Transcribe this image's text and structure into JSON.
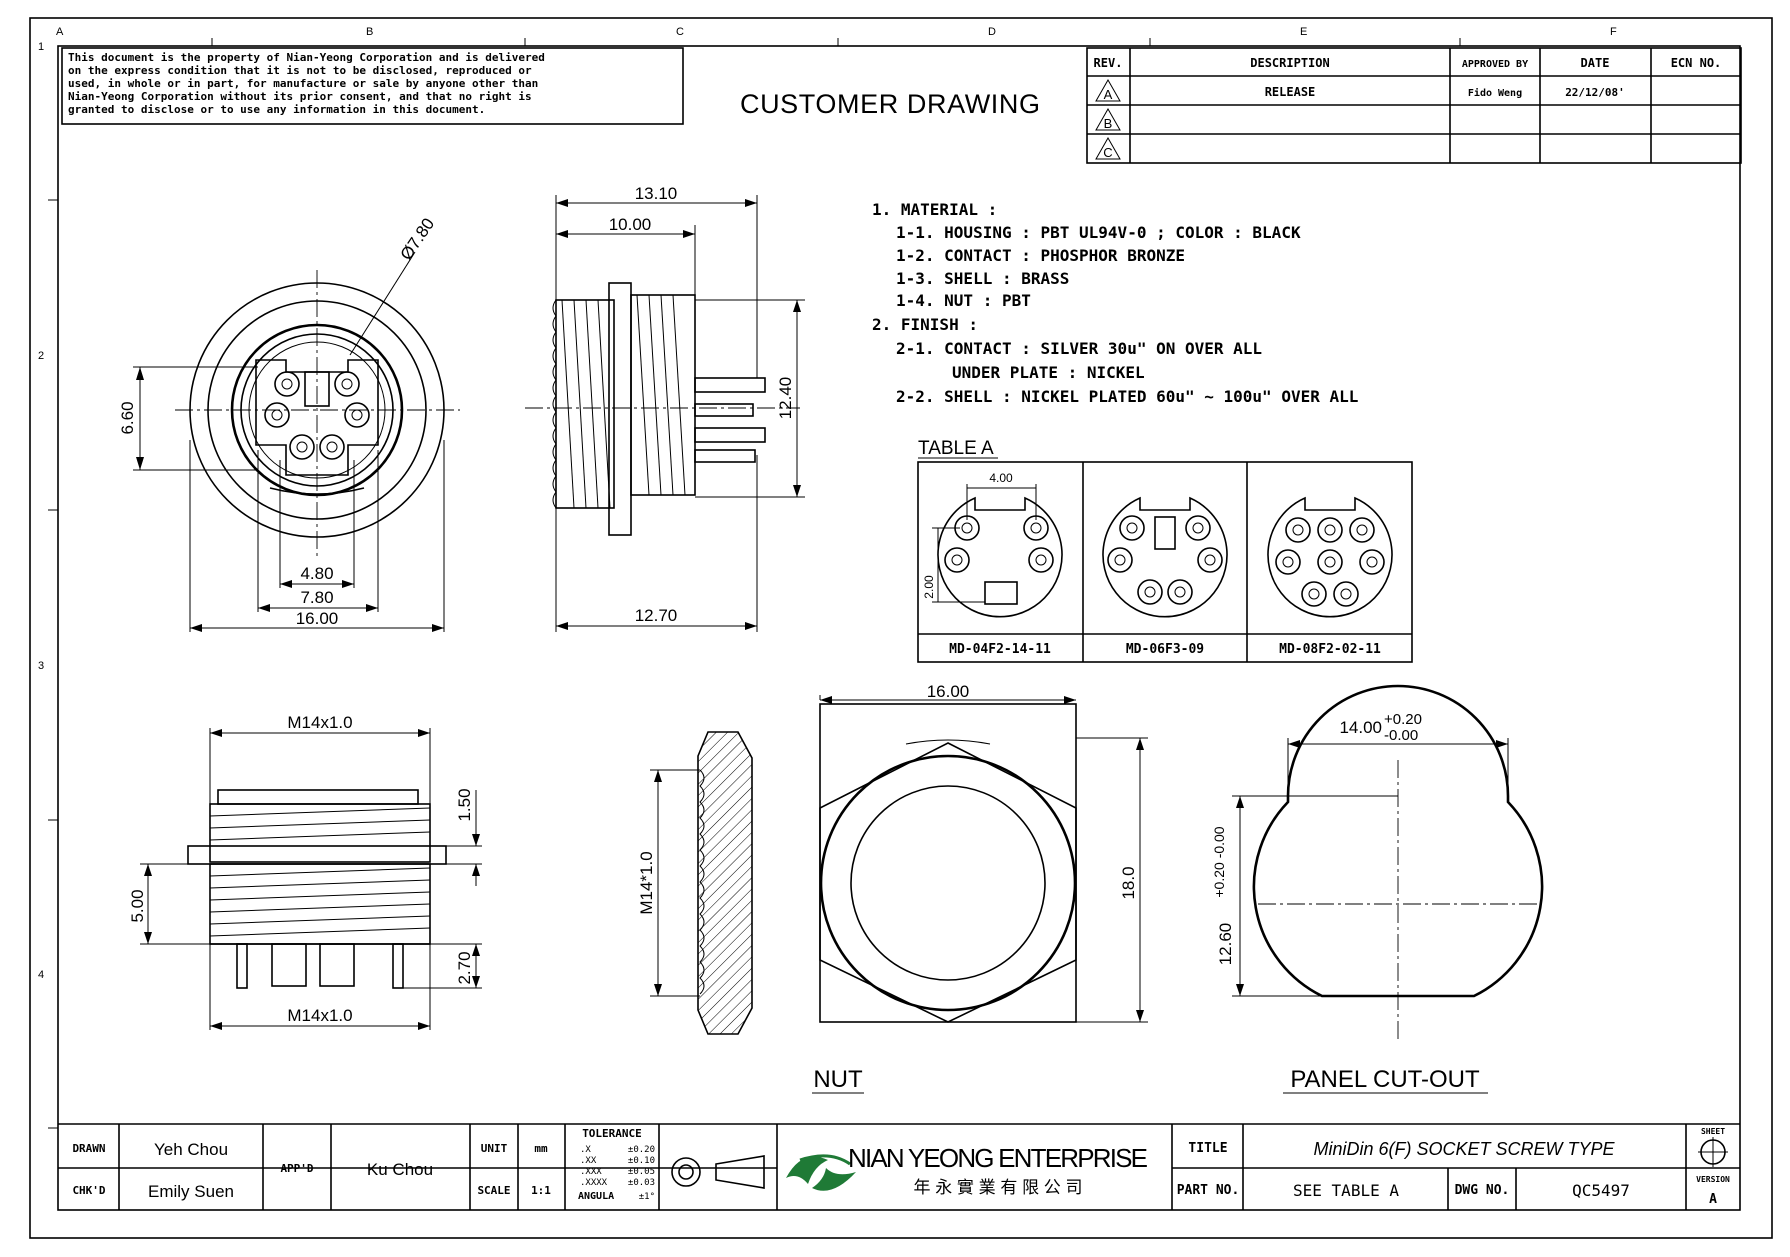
{
  "grid": {
    "columns": [
      "A",
      "B",
      "C",
      "D",
      "E",
      "F"
    ],
    "rows": [
      "1",
      "2",
      "3",
      "4"
    ]
  },
  "notice": {
    "lines": [
      "This document is the property of Nian-Yeong Corporation and is delivered",
      "on  the  express condition that it is not to be disclosed, reproduced or",
      "used, in whole or in part, for manufacture or sale by anyone other than",
      "Nian-Yeong Corporation without  its prior consent, and that  no right  is",
      "granted to disclose or to use any information in this  document."
    ]
  },
  "header": {
    "title": "CUSTOMER  DRAWING"
  },
  "revision_table": {
    "headers": [
      "REV.",
      "DESCRIPTION",
      "APPROVED BY",
      "DATE",
      "ECN NO."
    ],
    "rows": [
      {
        "rev": "A",
        "description": "RELEASE",
        "approved": "Fido Weng",
        "date": "22/12/08'",
        "ecn": ""
      },
      {
        "rev": "B",
        "description": "",
        "approved": "",
        "date": "",
        "ecn": ""
      },
      {
        "rev": "C",
        "description": "",
        "approved": "",
        "date": "",
        "ecn": ""
      }
    ]
  },
  "spec_notes": [
    "1. MATERIAL :",
    "1-1. HOUSING : PBT UL94V-0 ; COLOR : BLACK",
    "1-2. CONTACT : PHOSPHOR BRONZE",
    "1-3. SHELL : BRASS",
    "1-4. NUT : PBT",
    "2. FINISH :",
    "2-1. CONTACT : SILVER 30u\" ON OVER ALL",
    "UNDER PLATE : NICKEL",
    "2-2. SHELL : NICKEL PLATED 60u\" ~ 100u\" OVER ALL"
  ],
  "table_a": {
    "title": "TABLE A",
    "dim_width": "4.00",
    "dim_height": "2.00",
    "parts": [
      "MD-04F2-14-11",
      "MD-06F3-09",
      "MD-08F2-02-11"
    ]
  },
  "front_view": {
    "diameter": "Ø7.80",
    "height": "6.60",
    "w1": "4.80",
    "w2": "7.80",
    "w3": "16.00"
  },
  "side_view": {
    "top1": "13.10",
    "top2": "10.00",
    "height": "12.40",
    "bottom": "12.70"
  },
  "lower_view": {
    "thread_top": "M14x1.0",
    "thread_bottom": "M14x1.0",
    "dim_a": "1.50",
    "dim_b": "5.00",
    "dim_c": "2.70"
  },
  "nut": {
    "label": "NUT",
    "thread": "M14*1.0",
    "width": "16.00",
    "height": "18.0"
  },
  "panel": {
    "label": "PANEL  CUT-OUT",
    "width": "14.00",
    "width_tol_plus": "+0.20",
    "width_tol_minus": "-0.00",
    "height": "12.60",
    "height_tol": "+0.20 -0.00"
  },
  "title_block": {
    "drawn_label": "DRAWN",
    "drawn_by": "Yeh Chou",
    "chkd_label": "CHK'D",
    "chkd_by": "Emily Suen",
    "appd_label": "APP'D",
    "appd_by": "Ku Chou",
    "unit_label": "UNIT",
    "unit_value": "mm",
    "scale_label": "SCALE",
    "scale_value": "1:1",
    "tolerance_title": "TOLERANCE",
    "tolerances": [
      {
        "k": ".X",
        "v": "±0.20"
      },
      {
        "k": ".XX",
        "v": "±0.10"
      },
      {
        "k": ".XXX",
        "v": "±0.05"
      },
      {
        "k": ".XXXX",
        "v": "±0.03"
      },
      {
        "k": "ANGULA",
        "v": "±1°"
      }
    ],
    "company_en": "NIAN YEONG ENTERPRISE",
    "company_zh": "年 永 實 業 有 限 公 司",
    "title_label": "TITLE",
    "title_value": "MiniDin 6(F) SOCKET SCREW TYPE",
    "partno_label": "PART NO.",
    "partno_value": "SEE TABLE A",
    "dwgno_label": "DWG NO.",
    "dwgno_value": "QC5497",
    "sheet_label": "SHEET",
    "version_label": "VERSION",
    "version_value": "A"
  }
}
